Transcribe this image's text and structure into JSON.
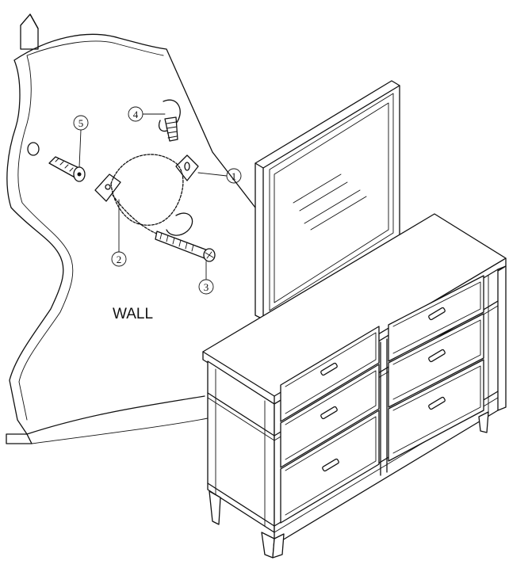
{
  "diagram": {
    "wall_label": "WALL",
    "callouts": [
      {
        "id": "1",
        "label": "1"
      },
      {
        "id": "2",
        "label": "2"
      },
      {
        "id": "3",
        "label": "3"
      },
      {
        "id": "4",
        "label": "4"
      },
      {
        "id": "5",
        "label": "5"
      }
    ]
  }
}
